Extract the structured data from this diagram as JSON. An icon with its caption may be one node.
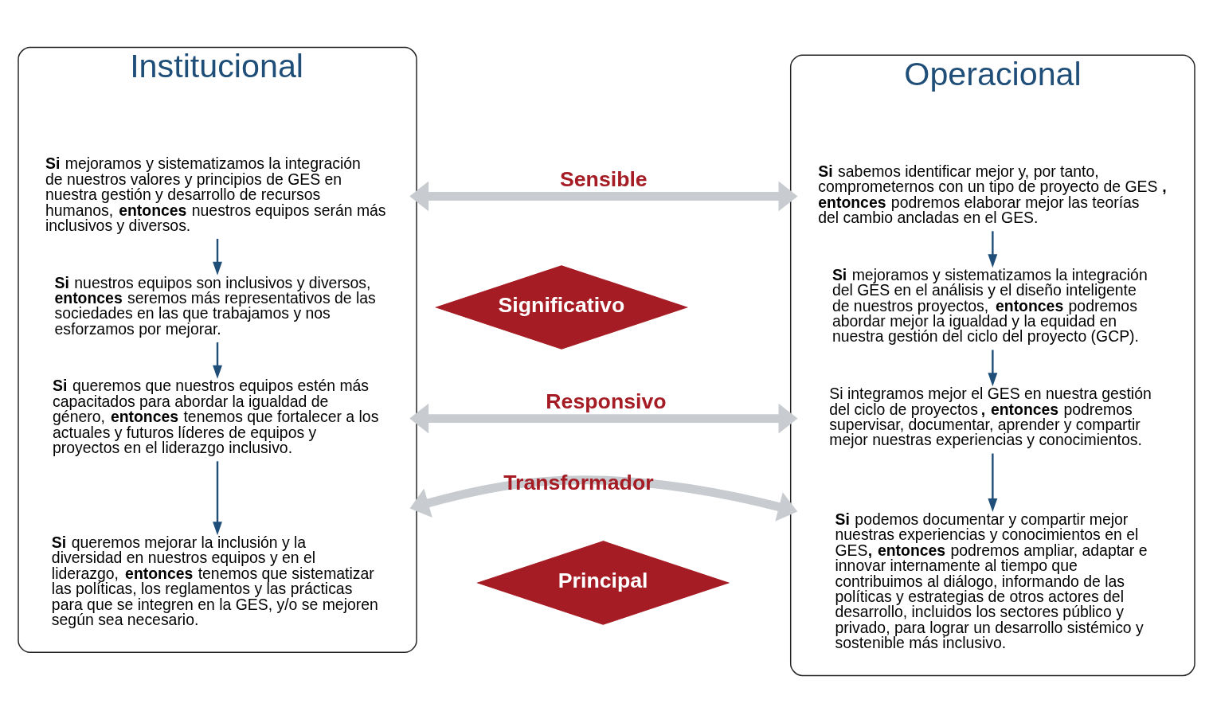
{
  "diagram": {
    "nodes": [
      {
        "text": [
          "Institucional"
        ]
      },
      {
        "text": [
          "**Si** mejoramos y sistematizamos la integración de nuestros valores y principios de GES en nuestra gestión y desarrollo de recursos humanos, **entonces** nuestros equipos serán más inclusivos y diversos."
        ],
        "in": 0
      },
      {
        "text": [
          "**Si** nuestros equipos son inclusivos y diversos, **entonces** seremos más representativos de las sociedades en las que trabajamos y nos esforzamos por mejorar."
        ],
        "in": 0
      },
      {
        "text": [
          "**Si** queremos que nuestros equipos estén más capacitados para abordar la igualdad de género, **entonces** tenemos que fortalecer a los actuales y futuros líderes de equipos y proyectos en el liderazgo inclusivo."
        ],
        "in": 0
      },
      {
        "text": [
          "**Si** queremos mejorar la inclusión y la diversidad en nuestros equipos y en el liderazgo, **entonces** tenemos que sistematizar las políticas, los reglamentos y las prácticas para que se integren en la GES, y/o se mejoren según sea necesario."
        ],
        "in": 0
      },
      {
        "text": [
          "Operacional"
        ]
      },
      {
        "text": [
          "**Si** sabemos identificar mejor y, por tanto, comprometernos con un tipo de proyecto de GES**, entonces** podremos elaborar mejor las teorías del cambio ancladas en el GES."
        ],
        "in": 5
      },
      {
        "text": [
          "**Si** mejoramos y sistematizamos la integración del GES en el análisis y el diseño inteligente de nuestros proyectos, **entonces** podremos abordar mejor la igualdad y la equidad en nuestra gestión del ciclo del proyecto (GCP)."
        ],
        "in": 5
      },
      {
        "text": [
          "Si integramos mejor el GES en nuestra gestión del ciclo de proyectos**, entonces** podremos supervisar, documentar, aprender y compartir mejor nuestras experiencias y conocimientos."
        ],
        "in": 5
      },
      {
        "text": [
          "**Si** podemos documentar y compartir mejor nuestras experiencias y conocimientos en el GES**, entonces** podremos ampliar, adaptar e innovar internamente al tiempo que contribuimos al diálogo, informando de las políticas y estrategias de otros actores del desarrollo, incluidos los sectores público y privado, para lograr un desarrollo sistémico y sostenible más inclusivo."
        ],
        "in": 5
      },
      {
        "text": [
          "Significativo"
        ]
      },
      {
        "text": [
          "Principal"
        ]
      }
    ],
    "edges": [
      {
        "from": 1,
        "to": 2,
        "arrow": "to",
        "color": "#1f4e79"
      },
      {
        "from": 2,
        "to": 3,
        "arrow": "to",
        "color": "#1f4e79"
      },
      {
        "from": 3,
        "to": 4,
        "arrow": "to",
        "color": "#1f4e79"
      },
      {
        "from": 6,
        "to": 7,
        "arrow": "to",
        "color": "#1f4e79"
      },
      {
        "from": 7,
        "to": 8,
        "arrow": "to",
        "color": "#1f4e79"
      },
      {
        "from": 8,
        "to": 9,
        "arrow": "to",
        "color": "#1f4e79"
      },
      {
        "from": 0,
        "to": 5,
        "arrow": "both",
        "label": "Sensible",
        "style": "thick",
        "color": "#c8ccd0"
      },
      {
        "from": 0,
        "to": 5,
        "arrow": "both",
        "label": "Responsivo",
        "style": "thick",
        "color": "#c8ccd0"
      },
      {
        "from": 0,
        "to": 5,
        "arrow": "both",
        "label": "Transformador",
        "style": "thick",
        "color": "#c8ccd0"
      }
    ]
  }
}
